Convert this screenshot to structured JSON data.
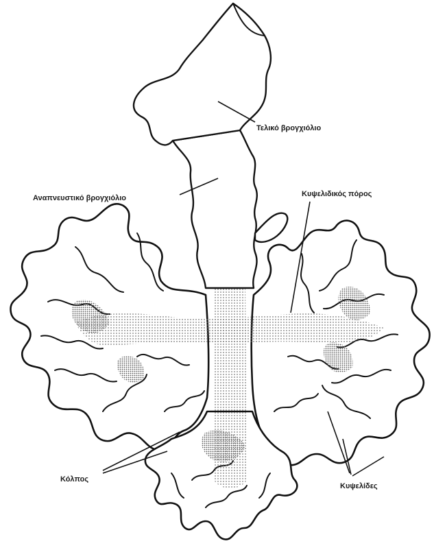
{
  "labels": {
    "terminal_bronchiole": "Τελικό βρογχιόλιο",
    "respiratory_bronchiole": "Αναπνευστικό βρογχιόλιο",
    "alveolar_duct": "Κυψελιδικός πόρος",
    "sac": "Κόλπος",
    "alveoli": "Κυψελίδες"
  },
  "colors": {
    "ink": "#111111",
    "stipple": "#8c8c8c",
    "paper": "#ffffff"
  }
}
